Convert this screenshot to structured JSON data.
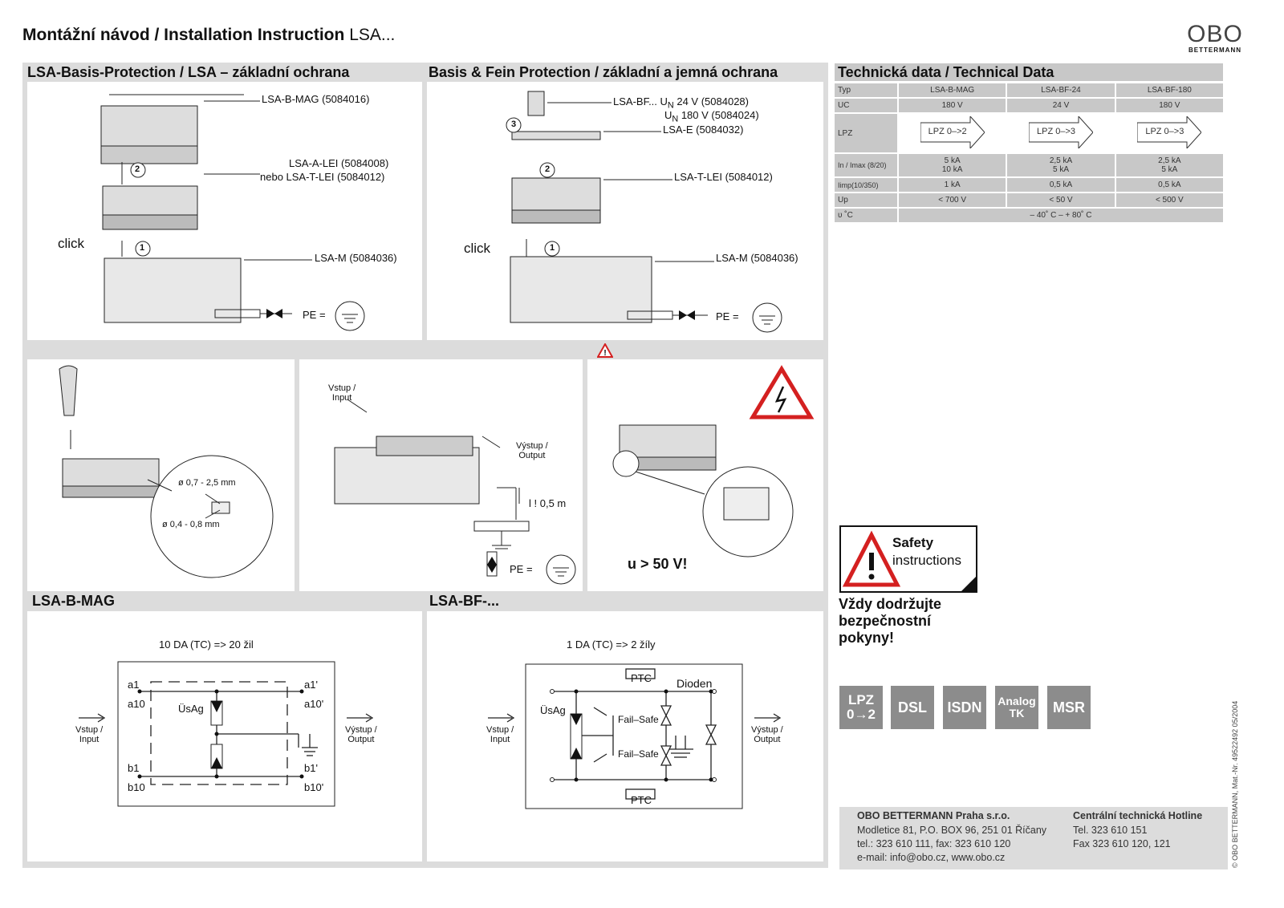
{
  "header": {
    "title": "Montážní návod / Installation Instruction",
    "subtitle": "LSA...",
    "logo_main": "OBO",
    "logo_sub": "BETTERMANN"
  },
  "section1": {
    "title": "LSA-Basis-Protection / LSA – základní ochrana",
    "labels": {
      "part_top": "LSA-B-MAG (5084016)",
      "part_mid_1": "LSA-A-LEI (5084008)",
      "part_mid_2": "nebo LSA-T-LEI (5084012)",
      "part_bottom": "LSA-M (5084036)",
      "click": "click",
      "pe": "PE =",
      "step1": "1",
      "step2": "2"
    }
  },
  "section2": {
    "title": "Basis & Fein Protection / základní a jemná ochrana",
    "labels": {
      "part_top_1a": "LSA-BF... U",
      "part_top_1b": "N",
      "part_top_1c": " 24 V (5084028)",
      "part_top_2a": "U",
      "part_top_2b": "N",
      "part_top_2c": " 180 V (5084024)",
      "part_top_3": "LSA-E (5084032)",
      "part_mid": "LSA-T-LEI (5084012)",
      "part_bottom": "LSA-M (5084036)",
      "click": "click",
      "pe": "PE =",
      "step1": "1",
      "step2": "2",
      "step3": "3"
    }
  },
  "middle": {
    "wire_1": "ø 0,7 - 2,5 mm",
    "wire_2": "ø 0,4 - 0,8 mm",
    "input": "Vstup /\nInput",
    "output": "Výstup /\nOutput",
    "distance": "l ! 0,5 m",
    "pe": "PE =",
    "voltage": "u > 50 V!"
  },
  "circuit_b": {
    "title": "LSA-B-MAG",
    "caption": "10 DA (TC) => 20 žil",
    "a1": "a1",
    "a10": "a10",
    "a1p": "a1'",
    "a10p": "a10'",
    "b1": "b1",
    "b10": "b10",
    "b1p": "b1'",
    "b10p": "b10'",
    "usag": "ÜsAg",
    "input": "Vstup /\nInput",
    "output": "Výstup /\nOutput"
  },
  "circuit_bf": {
    "title": "LSA-BF-...",
    "caption": "1 DA (TC) => 2 žíly",
    "ptc": "PTC",
    "dioden": "Dioden",
    "usag": "ÜsAg",
    "failsafe": "Fail–Safe",
    "input": "Vstup /\nInput",
    "output": "Výstup /\nOutput"
  },
  "tech": {
    "title": "Technická data / Technical Data",
    "rows": [
      {
        "label": "Typ",
        "values": [
          "LSA-B-MAG",
          "LSA-BF-24",
          "LSA-BF-180"
        ]
      },
      {
        "label": "UC",
        "values": [
          "180 V",
          "24 V",
          "180 V"
        ]
      },
      {
        "label": "LPZ",
        "values": [
          "LPZ  0–>2",
          "LPZ  0–>3",
          "LPZ  0–>3"
        ]
      },
      {
        "label": "In / Imax (8/20)",
        "values": [
          "5 kA\n10 kA",
          "2,5 kA\n5 kA",
          "2,5 kA\n5 kA"
        ]
      },
      {
        "label": "Iimp(10/350)",
        "values": [
          "1 kA",
          "0,5 kA",
          "0,5 kA"
        ]
      },
      {
        "label": "Up",
        "values": [
          "< 700 V",
          "< 50 V",
          "< 500 V"
        ]
      },
      {
        "label": "υ ˚C",
        "values": [
          "– 40˚ C – + 80˚ C"
        ]
      }
    ]
  },
  "safety": {
    "box_1": "Safety",
    "box_2": "instructions",
    "text_1": "Vždy dodržujte",
    "text_2": "bezpečnostní",
    "text_3": "pokyny!"
  },
  "badges": [
    {
      "line1": "LPZ",
      "line2": "0→2"
    },
    {
      "line1": "DSL",
      "line2": ""
    },
    {
      "line1": "ISDN",
      "line2": ""
    },
    {
      "line1": "Analog",
      "line2": "TK"
    },
    {
      "line1": "MSR",
      "line2": ""
    }
  ],
  "footer": {
    "company": "OBO BETTERMANN Praha s.r.o.",
    "addr_1": "Modletice 81, P.O. BOX 96, 251 01 Říčany",
    "addr_2": "tel.: 323 610 111, fax: 323 610 120",
    "addr_3": "e-mail: info@obo.cz, www.obo.cz",
    "hotline_title": "Centrální technická Hotline",
    "hotline_1": "Tel. 323 610 151",
    "hotline_2": "Fax 323 610 120, 121"
  },
  "side_note": "© OBO BETTERMANN,   Mat.-Nr. 49522492  05/2004",
  "colors": {
    "frame": "#dcdcdc",
    "cell": "#c8c8c8",
    "warning_red": "#d42020",
    "badge": "#8c8c8c"
  }
}
